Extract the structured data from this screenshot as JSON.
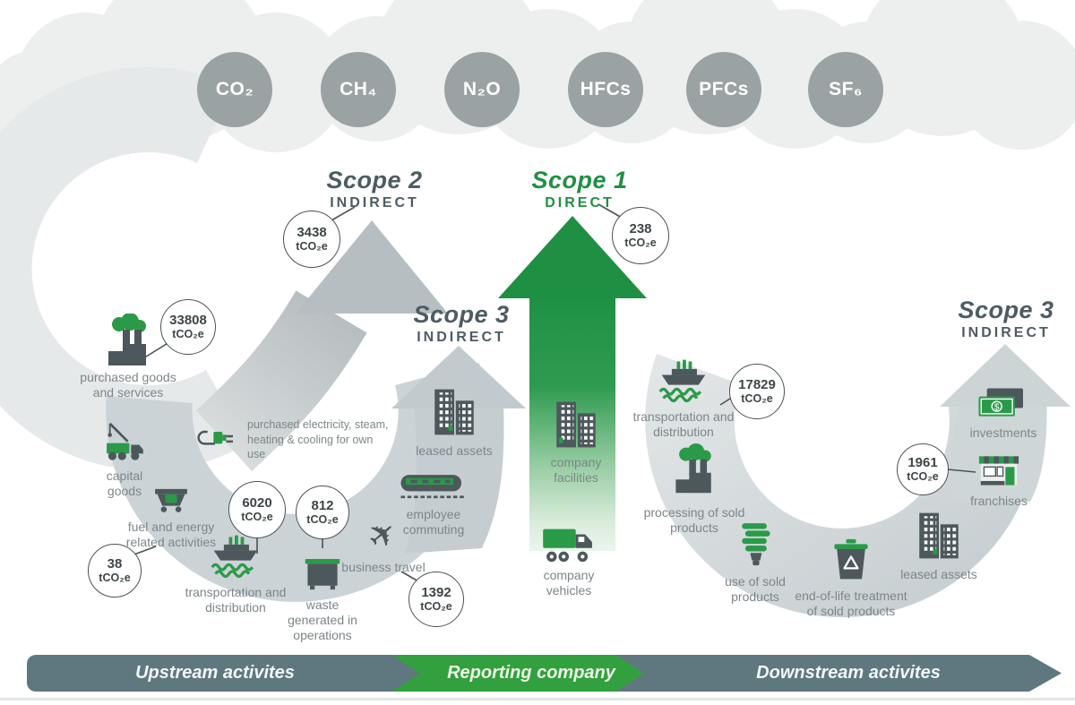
{
  "colors": {
    "green": "#2a9a48",
    "green_head": "#1f9043",
    "green_banner": "#32a03e",
    "slate": "#4d5c63",
    "banner_slate": "#5f787f",
    "label_gray": "#7c8689",
    "icon_dark": "#4d585c",
    "line": "#4b5255",
    "gas_circle": "#9ba2a3",
    "cloud": "#edefef",
    "band": "#ccd3d6",
    "ring": "#e6e9ea",
    "bubble_text": "#3e4648"
  },
  "gases": [
    "CO₂",
    "CH₄",
    "N₂O",
    "HFCs",
    "PFCs",
    "SF₆"
  ],
  "scopes": {
    "scope2": {
      "title": "Scope 2",
      "type": "INDIRECT",
      "value": "3438",
      "unit": "tCO₂e"
    },
    "scope1": {
      "title": "Scope 1",
      "type": "DIRECT",
      "value": "238",
      "unit": "tCO₂e"
    },
    "scope3_upstream": {
      "title": "Scope 3",
      "type": "INDIRECT"
    },
    "scope3_downstream": {
      "title": "Scope 3",
      "type": "INDIRECT"
    }
  },
  "upstream": {
    "items": [
      {
        "label": "purchased goods and services",
        "value": "33808",
        "unit": "tCO₂e"
      },
      {
        "label": "capital goods"
      },
      {
        "label": "fuel and energy related activities",
        "value": "38",
        "unit": "tCO₂e"
      },
      {
        "label": "transportation and distribution",
        "value": "6020",
        "unit": "tCO₂e"
      },
      {
        "label": "waste generated in operations",
        "value": "812",
        "unit": "tCO₂e"
      },
      {
        "label": "business travel",
        "value": "1392",
        "unit": "tCO₂e"
      },
      {
        "label": "employee commuting"
      },
      {
        "label": "leased assets"
      },
      {
        "label": "purchased electricity, steam, heating & cooling for own use"
      }
    ]
  },
  "reporting": {
    "items": [
      {
        "label": "company facilities"
      },
      {
        "label": "company vehicles"
      }
    ]
  },
  "downstream": {
    "items": [
      {
        "label": "transportation and distribution",
        "value": "17829",
        "unit": "tCO₂e"
      },
      {
        "label": "processing of sold products"
      },
      {
        "label": "use of sold products"
      },
      {
        "label": "end-of-life treatment of sold products"
      },
      {
        "label": "leased assets"
      },
      {
        "label": "franchises",
        "value": "1961",
        "unit": "tCO₂e"
      },
      {
        "label": "investments"
      }
    ]
  },
  "banner": {
    "upstream": "Upstream activites",
    "reporting": "Reporting company",
    "downstream": "Downstream activites"
  }
}
